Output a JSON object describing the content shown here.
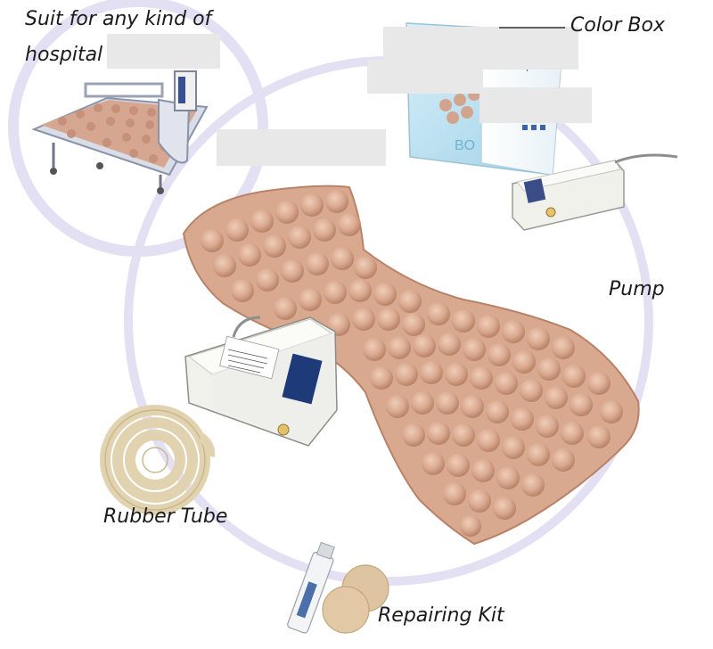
{
  "labels": {
    "suit_line1": "Suit for any kind of",
    "suit_line2": "hospital",
    "color_box": "Color Box",
    "pump": "Pump",
    "rubber_tube": "Rubber Tube",
    "repairing_kit": "Repairing Kit"
  },
  "colors": {
    "mattress": "#d9a98f",
    "mattress_shadow": "#b88268",
    "circle_ring": "#e4e0f3",
    "pump_body": "#f1f1ec",
    "tube": "#e2d3b0",
    "box": "#cde8f3"
  },
  "icons": [
    "hospital-bed-image",
    "color-box-image",
    "pump-image",
    "air-mattress-image",
    "rubber-tube-image",
    "repairing-kit-image"
  ]
}
